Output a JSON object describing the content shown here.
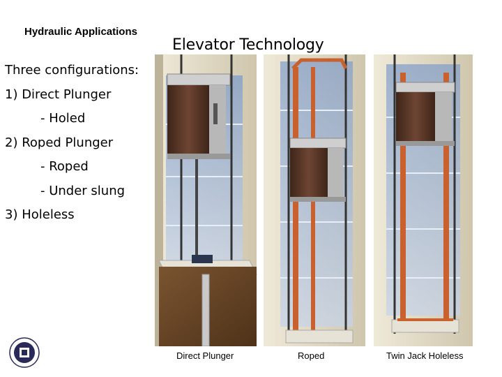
{
  "header": {
    "label": "Hydraulic Applications"
  },
  "title": "Elevator Technology",
  "bullets": [
    {
      "text": "Three configurations:",
      "level": 0
    },
    {
      "text": "1) Direct Plunger",
      "level": 0
    },
    {
      "text": "- Holed",
      "level": 1
    },
    {
      "text": "2) Roped Plunger",
      "level": 0
    },
    {
      "text": "- Roped",
      "level": 1
    },
    {
      "text": "- Under slung",
      "level": 1
    },
    {
      "text": "3) Holeless",
      "level": 0
    }
  ],
  "captions": [
    "Direct Plunger",
    "Roped",
    "Twin Jack Holeless"
  ],
  "colors": {
    "wall": "#d9d2bd",
    "cab": "#5c3a2e",
    "jack": "#c8612e",
    "glass": "#9fb6d8"
  }
}
